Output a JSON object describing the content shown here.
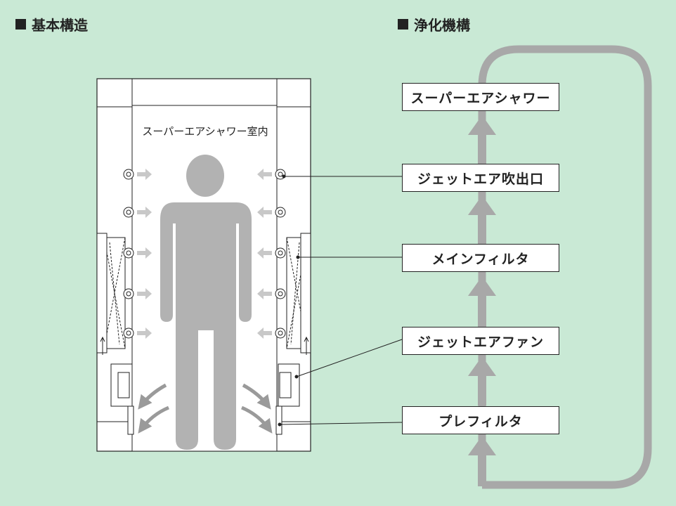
{
  "headings": {
    "basic_structure": "基本構造",
    "purification": "浄化機構"
  },
  "room_label": "スーパーエアシャワー室内",
  "flow_boxes": [
    "スーパーエアシャワー",
    "ジェットエア吹出口",
    "メインフィルタ",
    "ジェットエアファン",
    "プレフィルタ"
  ],
  "colors": {
    "background": "#c9e9d5",
    "flow_arrow": "#a8a8a8",
    "person": "#b2b2b2",
    "airflow_arrow": "#c8c8c8"
  }
}
